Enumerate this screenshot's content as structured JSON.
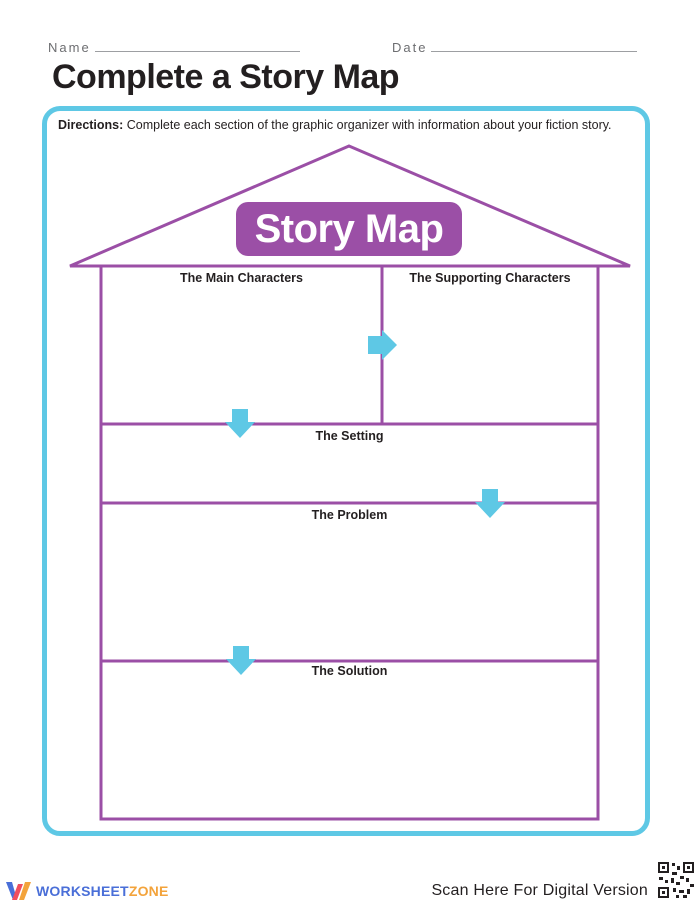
{
  "header": {
    "name_label": "Name",
    "date_label": "Date",
    "title": "Complete a Story Map"
  },
  "directions": {
    "label": "Directions:",
    "text": "Complete each section of the graphic organizer with information about your fiction story."
  },
  "map": {
    "banner": "Story Map",
    "sections": {
      "main_characters": "The Main Characters",
      "supporting_characters": "The Supporting Characters",
      "setting": "The Setting",
      "problem": "The Problem",
      "solution": "The Solution"
    }
  },
  "colors": {
    "frame": "#5ec8e5",
    "house_line": "#9b4fa6",
    "arrow": "#5ec8e5",
    "banner_bg": "#9b4fa6"
  },
  "footer": {
    "brand_main": "WORKSHEET",
    "brand_accent": "ZONE",
    "scan": "Scan Here For Digital Version"
  }
}
